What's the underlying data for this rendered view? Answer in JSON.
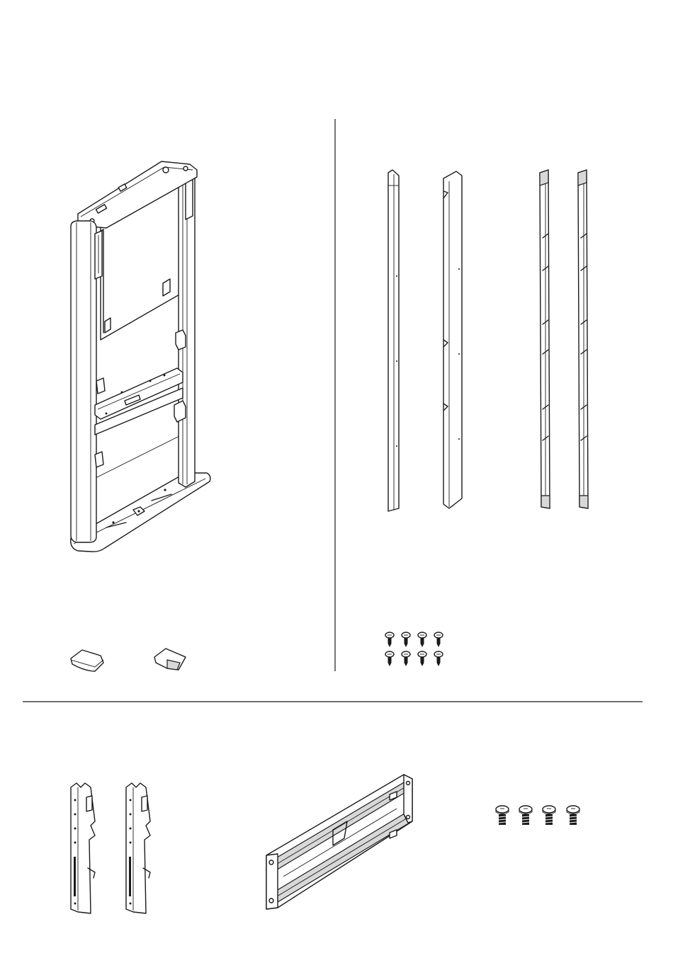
{
  "sheet": {
    "title": "",
    "parts": [
      {
        "id": "floor-stand-frame",
        "quantity_shown": 1
      },
      {
        "id": "foot-cap-left",
        "quantity_shown": 1
      },
      {
        "id": "foot-cap-right",
        "quantity_shown": 1
      },
      {
        "id": "side-cover-channel",
        "quantity_shown": 2
      },
      {
        "id": "cable-cover-strip",
        "quantity_shown": 2
      },
      {
        "id": "tapping-screw",
        "quantity_shown": 8
      },
      {
        "id": "vertical-mount-bracket",
        "quantity_shown": 2
      },
      {
        "id": "horizontal-mount-rail",
        "quantity_shown": 1
      },
      {
        "id": "machine-bolt",
        "quantity_shown": 4
      }
    ]
  }
}
